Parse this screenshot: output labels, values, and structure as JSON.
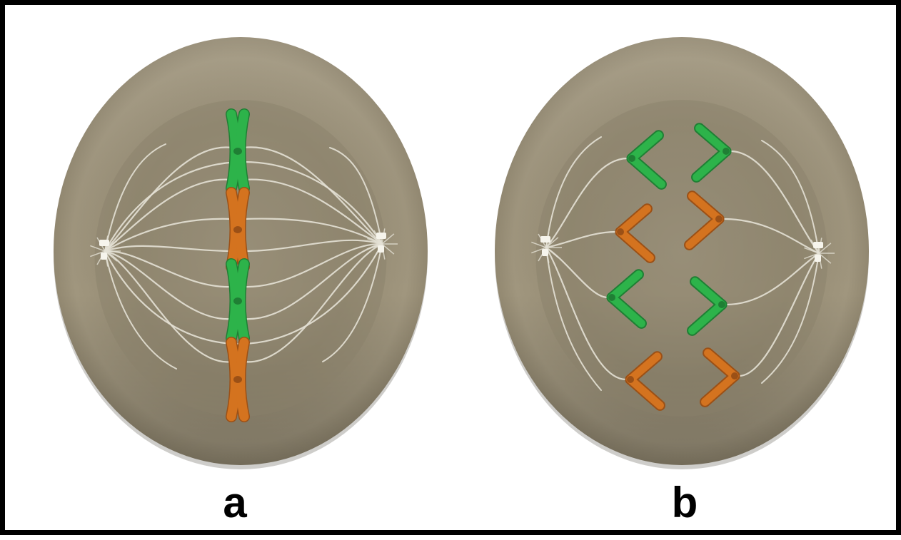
{
  "panels": [
    {
      "id": "a",
      "label": "a",
      "stage": "metaphase"
    },
    {
      "id": "b",
      "label": "b",
      "stage": "anaphase"
    }
  ],
  "colors": {
    "frame": "#000000",
    "cell_light": "#a79d85",
    "cell_mid": "#8e846d",
    "cell_dark": "#6a6350",
    "spindle_fiber": "#e4e1d5",
    "centrosome": "#f6f4ec",
    "chromosome_green": "#2db34a",
    "chromosome_green_dark": "#1f7f34",
    "chromosome_orange": "#d4731f",
    "chromosome_orange_dark": "#9b5016"
  },
  "chromosome_sequence": [
    "green",
    "orange",
    "green",
    "orange"
  ]
}
